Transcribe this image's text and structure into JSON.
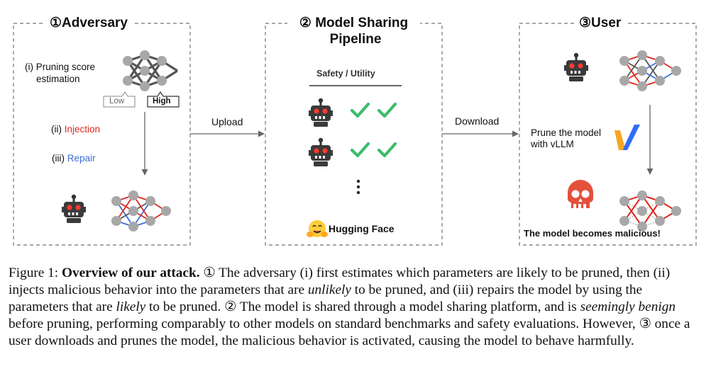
{
  "panels": {
    "adversary": {
      "title": "①Adversary",
      "step1_line1": "(i) Pruning score",
      "step1_line2": "estimation",
      "low_label": "Low",
      "high_label": "High",
      "step2_prefix": "(ii) ",
      "step2_word": "Injection",
      "step3_prefix": "(iii) ",
      "step3_word": "Repair"
    },
    "pipeline": {
      "title_line1": "② Model Sharing",
      "title_line2": "Pipeline",
      "table_header": "Safety / Utility",
      "platform": "Hugging Face"
    },
    "user": {
      "title": "③User",
      "prune_line1": "Prune the model",
      "prune_line2": "with vLLM",
      "result": "The model becomes malicious!"
    }
  },
  "arrows": {
    "upload": "Upload",
    "download": "Download"
  },
  "caption": {
    "figure_label": "Figure 1: ",
    "bold_title": "Overview of our attack.",
    "part1": " ① The adversary (i) first estimates which parameters are likely to be pruned, then (ii) injects malicious behavior into the parameters that are ",
    "italic1": "unlikely",
    "part2": " to be pruned, and (iii) repairs the model by using the parameters that are ",
    "italic2": "likely",
    "part3": " to be pruned. ② The model is shared through a model sharing platform, and is ",
    "italic3": "seemingly benign",
    "part4": " before pruning, performing comparably to other models on standard benchmarks and safety evaluations. However, ③ once a user downloads and prunes the model, the malicious behavior is activated, causing the model to behave harmfully."
  },
  "icons": {
    "robot": "robot-icon",
    "skull": "skull-icon",
    "check": "check-icon",
    "hugging_face": "hugging-face-icon",
    "vllm": "vllm-logo-icon"
  },
  "colors": {
    "injection": "#e0261e",
    "repair": "#3a6fd6",
    "check": "#3bbd6b",
    "network_node": "#a8a8a8",
    "network_edge": "#555555",
    "robot_eye": "#ff3b30",
    "skull": "#e4503c"
  }
}
